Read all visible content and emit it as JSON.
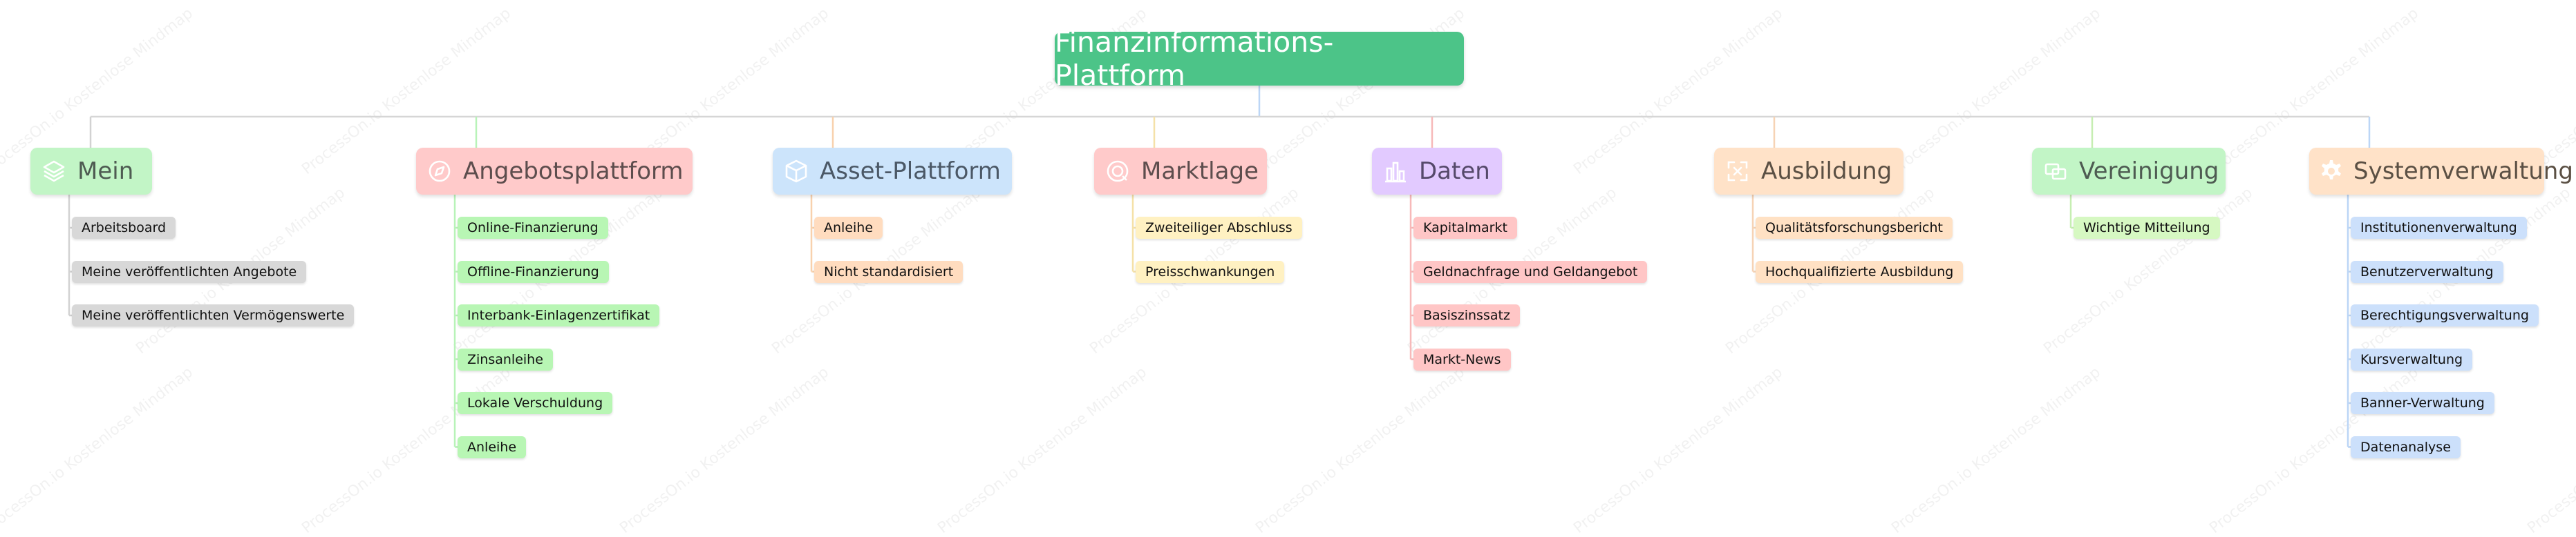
{
  "root": {
    "label": "Finanzinformations-Plattform",
    "color": "#4cc488"
  },
  "watermark": "ProcessOn.io Kostenlose Mindmap",
  "branches": [
    {
      "id": "mein",
      "label": "Mein",
      "icon": "layers-icon",
      "color": "#c2f5c6",
      "text_color": "#4e5b52",
      "leaf_color": "#d8d8d8",
      "line_color": "#d2d2d2",
      "children": [
        "Arbeitsboard",
        "Meine veröffentlichten Angebote",
        "Meine veröffentlichten Vermögenswerte"
      ]
    },
    {
      "id": "angebotsplattform",
      "label": "Angebotsplattform",
      "icon": "compass-icon",
      "color": "#ffcaca",
      "text_color": "#5d4d4d",
      "leaf_color": "#b8f6b4",
      "line_color": "#b8f3b8",
      "children": [
        "Online-Finanzierung",
        "Offline-Finanzierung",
        "Interbank-Einlagenzertifikat",
        "Zinsanleihe",
        "Lokale Verschuldung",
        "Anleihe"
      ]
    },
    {
      "id": "asset-plattform",
      "label": "Asset-Plattform",
      "icon": "cube-icon",
      "color": "#cce4fb",
      "text_color": "#4b5866",
      "leaf_color": "#ffdcbf",
      "line_color": "#f8d1ad",
      "children": [
        "Anleihe",
        "Nicht standardisiert"
      ]
    },
    {
      "id": "marktlage",
      "label": "Marktlage",
      "icon": "target-icon",
      "color": "#ffcaca",
      "text_color": "#5d4d4d",
      "leaf_color": "#fff1c2",
      "line_color": "#f5e1a8",
      "children": [
        "Zweiteiliger Abschluss",
        "Preisschwankungen"
      ]
    },
    {
      "id": "daten",
      "label": "Daten",
      "icon": "bar-chart-icon",
      "color": "#e2caff",
      "text_color": "#55496a",
      "leaf_color": "#ffc6c6",
      "line_color": "#f7b9b9",
      "children": [
        "Kapitalmarkt",
        "Geldnachfrage und Geldangebot",
        "Basiszinssatz",
        "Markt-News"
      ]
    },
    {
      "id": "ausbildung",
      "label": "Ausbildung",
      "icon": "expand-icon",
      "color": "#ffe2c8",
      "text_color": "#5b5044",
      "leaf_color": "#ffe1c4",
      "line_color": "#f6d3b5",
      "children": [
        "Qualitätsforschungsbericht",
        "Hochqualifizierte Ausbildung"
      ]
    },
    {
      "id": "vereinigung",
      "label": "Vereinigung",
      "icon": "windows-icon",
      "color": "#c2f5c6",
      "text_color": "#4e5b52",
      "leaf_color": "#d6f8c2",
      "line_color": "#c6eeb2",
      "children": [
        "Wichtige Mitteilung"
      ]
    },
    {
      "id": "systemverwaltung",
      "label": "Systemverwaltung",
      "icon": "gear-icon",
      "color": "#ffe2c8",
      "text_color": "#5b5044",
      "leaf_color": "#cce0fb",
      "line_color": "#bcd6f6",
      "children": [
        "Institutionenverwaltung",
        "Benutzerverwaltung",
        "Berechtigungsverwaltung",
        "Kursverwaltung",
        "Banner-Verwaltung",
        "Datenanalyse"
      ]
    }
  ]
}
